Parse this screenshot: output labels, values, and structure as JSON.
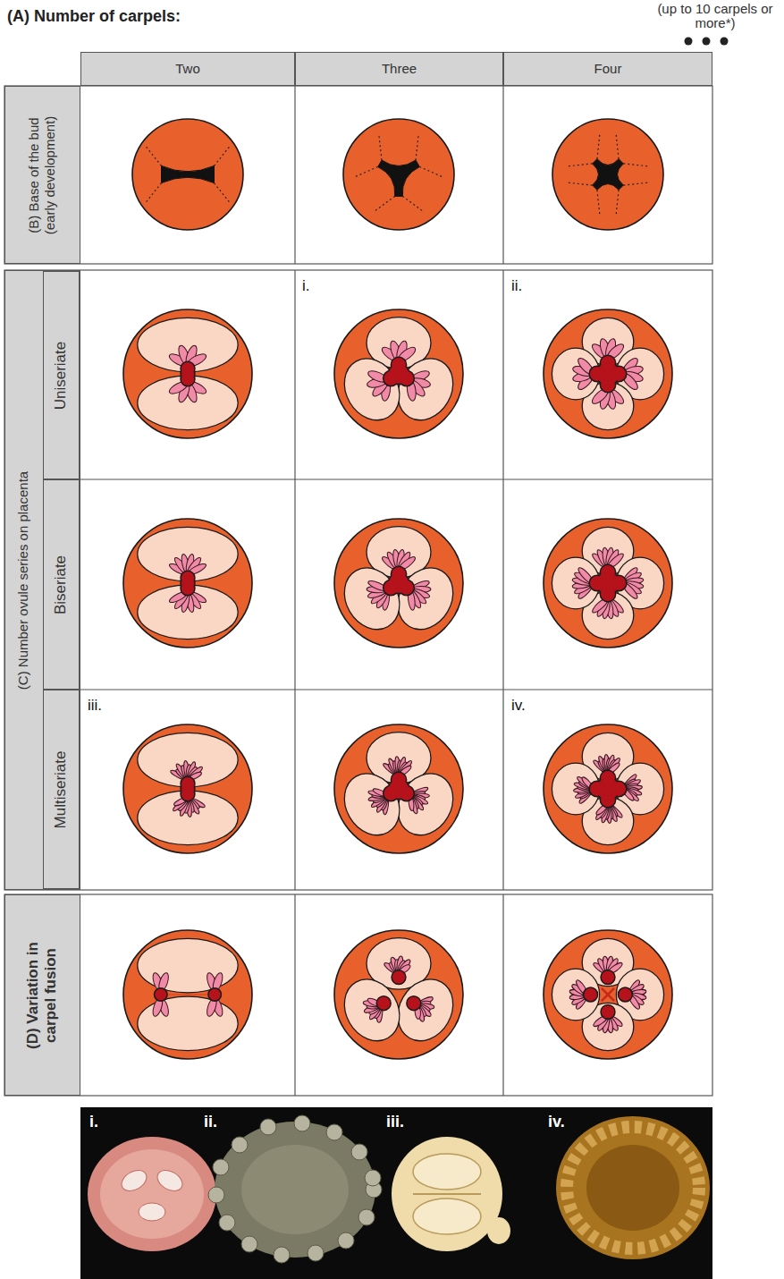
{
  "diagram": {
    "nodes": [
      {
        "text": [
          "Two"
        ]
      },
      {
        "text": [
          "Three"
        ]
      },
      {
        "text": [
          "Four"
        ]
      },
      {
        "text": [
          "(B) Base of the bud (early development)"
        ]
      },
      {
        "text": [
          "(C) Number ovule series on placenta"
        ]
      },
      {
        "text": [
          "Uniseriate"
        ],
        "in": 4
      },
      {
        "text": [
          "Biseriate"
        ],
        "in": 4
      },
      {
        "text": [
          "Multiseriate"
        ],
        "in": 4
      },
      {
        "text": [
          "(D) Variation in carpel fusion"
        ]
      }
    ],
    "labels": [
      "(A) Number of carpels:",
      "(up to 10 carpels or more*)",
      "i.",
      "ii.",
      "iii.",
      "iv.",
      "i.",
      "ii.",
      "iii.",
      "iv."
    ]
  }
}
